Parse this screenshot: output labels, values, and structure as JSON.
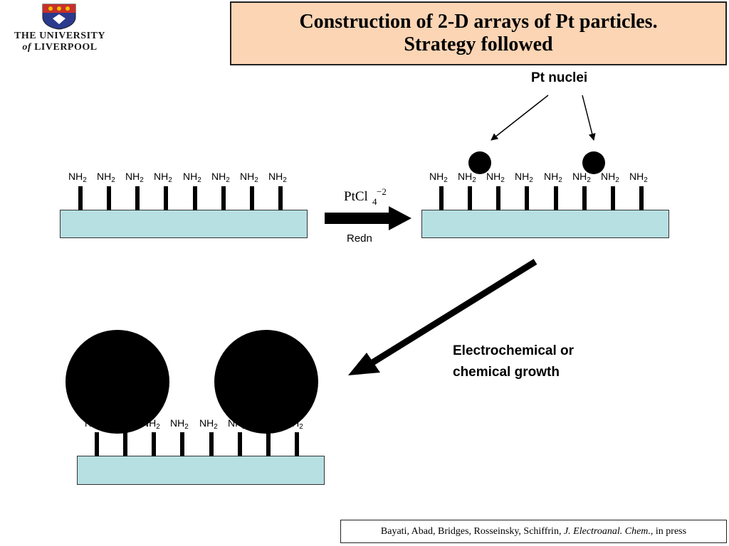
{
  "logo": {
    "line1": "THE UNIVERSITY",
    "line2_prefix": "of",
    "line2_name": "LIVERPOOL"
  },
  "title": {
    "line1": "Construction of 2-D arrays of Pt particles.",
    "line2": "Strategy followed"
  },
  "group_label": "NH",
  "group_subscript": "2",
  "reagent": {
    "name": "PtCl",
    "subscript": "4",
    "charge": "−2",
    "condition": "Redn"
  },
  "labels": {
    "pt_nuclei": "Pt nuclei",
    "growth_line1": "Electrochemical or",
    "growth_line2": "chemical growth"
  },
  "citation": {
    "authors": "Bayati, Abad, Bridges, Rosseinsky, Schiffrin,",
    "journal": "J. Electroanal. Chem.,",
    "status": "in press"
  },
  "colors": {
    "title_bg": "#fcd5b5",
    "substrate": "#b7e0e3",
    "particle": "#000000"
  }
}
